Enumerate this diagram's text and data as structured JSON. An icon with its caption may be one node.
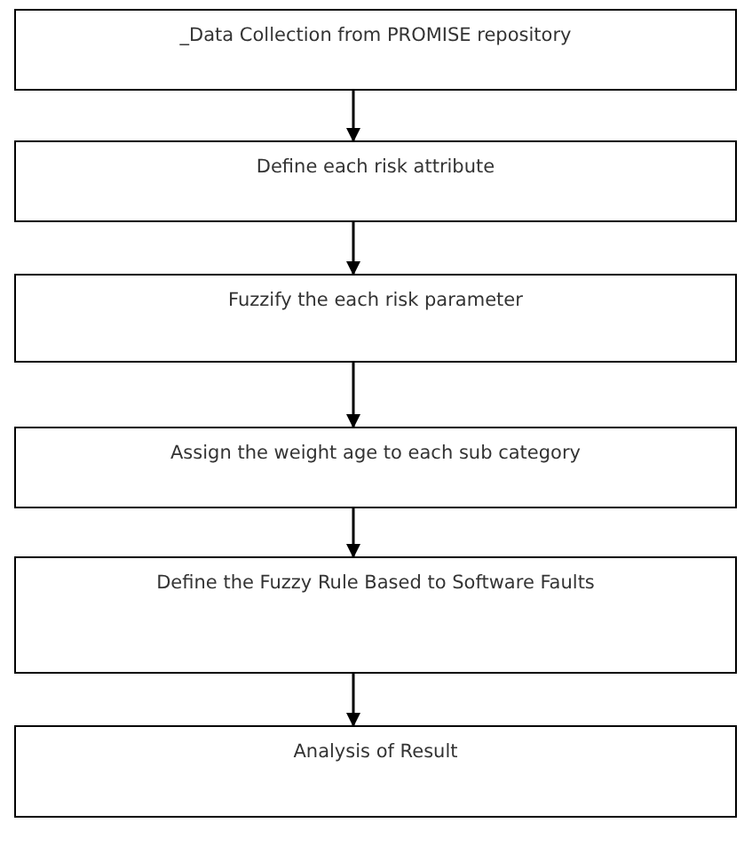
{
  "diagram": {
    "nodes": [
      {
        "text": [
          "_Data Collection from PROMISE repository"
        ]
      },
      {
        "text": [
          "Define each risk attribute"
        ]
      },
      {
        "text": [
          "Fuzzify the each risk parameter"
        ]
      },
      {
        "text": [
          "Assign the weight age to each sub category"
        ]
      },
      {
        "text": [
          "Define the Fuzzy Rule Based to Software Faults"
        ]
      },
      {
        "text": [
          "Analysis of Result"
        ]
      }
    ],
    "edges": [
      {
        "from": 0,
        "to": 1,
        "arrow": "to"
      },
      {
        "from": 1,
        "to": 2,
        "arrow": "to"
      },
      {
        "from": 2,
        "to": 3,
        "arrow": "to"
      },
      {
        "from": 3,
        "to": 4,
        "arrow": "to"
      },
      {
        "from": 4,
        "to": 5,
        "arrow": "to"
      }
    ]
  }
}
